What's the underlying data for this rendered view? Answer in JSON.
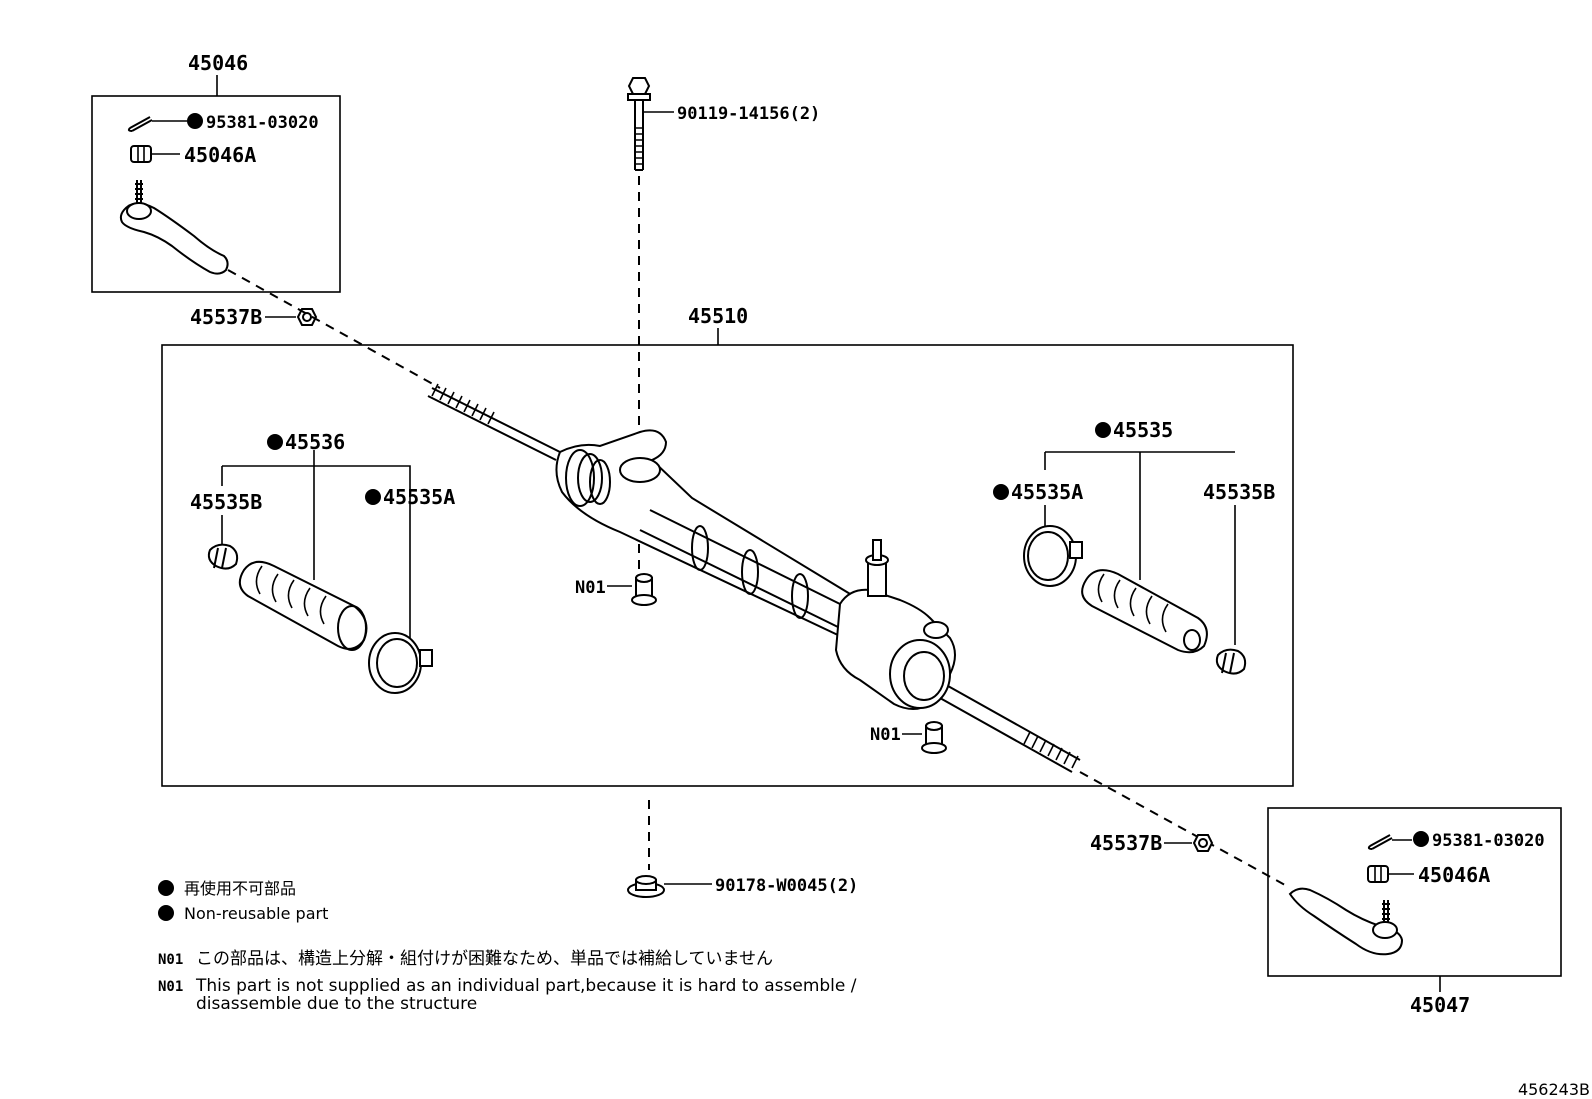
{
  "labels": {
    "p45046": "45046",
    "p95381_left": "95381-03020",
    "p45046A_left": "45046A",
    "p45537B_left": "45537B",
    "p90119": "90119-14156(2)",
    "p45510": "45510",
    "p45536": "45536",
    "p45535B_left": "45535B",
    "p45535A_left": "45535A",
    "n01_upper": "N01",
    "n01_lower": "N01",
    "p45535": "45535",
    "p45535A_right": "45535A",
    "p45535B_right": "45535B",
    "p45537B_right": "45537B",
    "p90178": "90178-W0045(2)",
    "p95381_right": "95381-03020",
    "p45046A_right": "45046A",
    "p45047": "45047"
  },
  "legend": {
    "ja": "再使用不可部品",
    "en": "Non-reusable part"
  },
  "notes": {
    "code": "N01",
    "ja": "この部品は、構造上分解・組付けが困難なため、単品では補給していません",
    "en_line1": "This part is not supplied as an individual part,because it is hard to assemble /",
    "en_line2": "disassemble due to the structure"
  },
  "diagram_id": "456243B"
}
